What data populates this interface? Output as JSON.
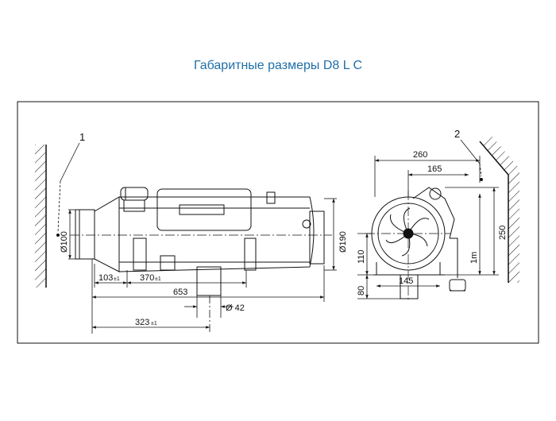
{
  "title": "Габаритные размеры D8 L C",
  "callouts": {
    "wall_left": "1",
    "wall_right": "2"
  },
  "side_view": {
    "dims": {
      "d100": "Ø100",
      "d190": "Ø190",
      "l103": "103",
      "l103_tol": "±1",
      "l370": "370",
      "l370_tol": "±1",
      "l653": "653",
      "l323": "323",
      "l323_tol": "±1",
      "d42": "Ø 42"
    }
  },
  "end_view": {
    "dims": {
      "w260": "260",
      "w165": "165",
      "h250": "250",
      "h110": "110",
      "h80": "80",
      "w145": "145",
      "l1m": "1m"
    }
  }
}
